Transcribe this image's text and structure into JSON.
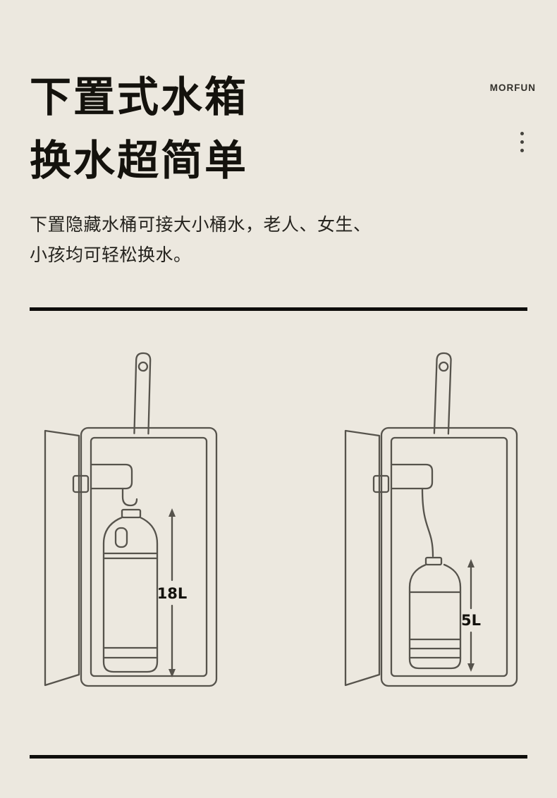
{
  "page": {
    "brand": "MORFUN",
    "heading_line1": "下置式水箱",
    "heading_line2": "换水超简单",
    "body_line1": "下置隐藏水桶可接大小桶水，老人、女生、",
    "body_line2": "小孩均可轻松换水。"
  },
  "figures": {
    "left": {
      "capacity_label": "18L",
      "description": "open bottom cabinet with large 18L water bottle and height dimension line"
    },
    "right": {
      "capacity_label": "5L",
      "description": "open bottom cabinet with small 5L water bottle and height dimension line"
    }
  },
  "colors": {
    "background": "#ece8df",
    "line_art": "#56534c",
    "text": "#14120d",
    "divider": "#0e0d0b"
  }
}
